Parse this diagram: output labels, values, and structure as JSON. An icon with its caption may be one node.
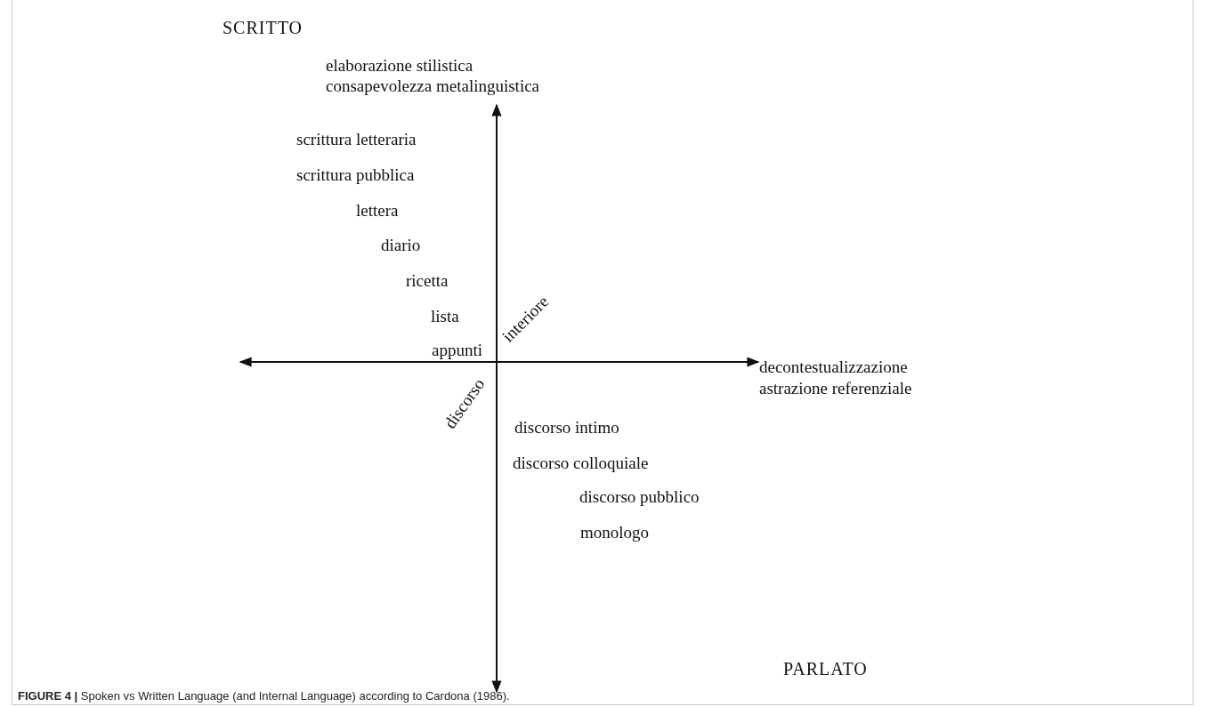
{
  "diagram": {
    "caption": "**FIGURE 4 |** Spoken vs Written Language (and Internal Language) according to Cardona (1986).",
    "labels": [
      "SCRITTO",
      "elaborazione stilistica",
      "consapevolezza metalinguistica",
      "scrittura letteraria",
      "scrittura pubblica",
      "lettera",
      "diario",
      "ricetta",
      "lista",
      "appunti",
      "interiore",
      "decontestualizzazione",
      "astrazione referenziale",
      "discorso",
      "discorso intimo",
      "discorso colloquiale",
      "discorso pubblico",
      "monologo",
      "PARLATO"
    ]
  }
}
